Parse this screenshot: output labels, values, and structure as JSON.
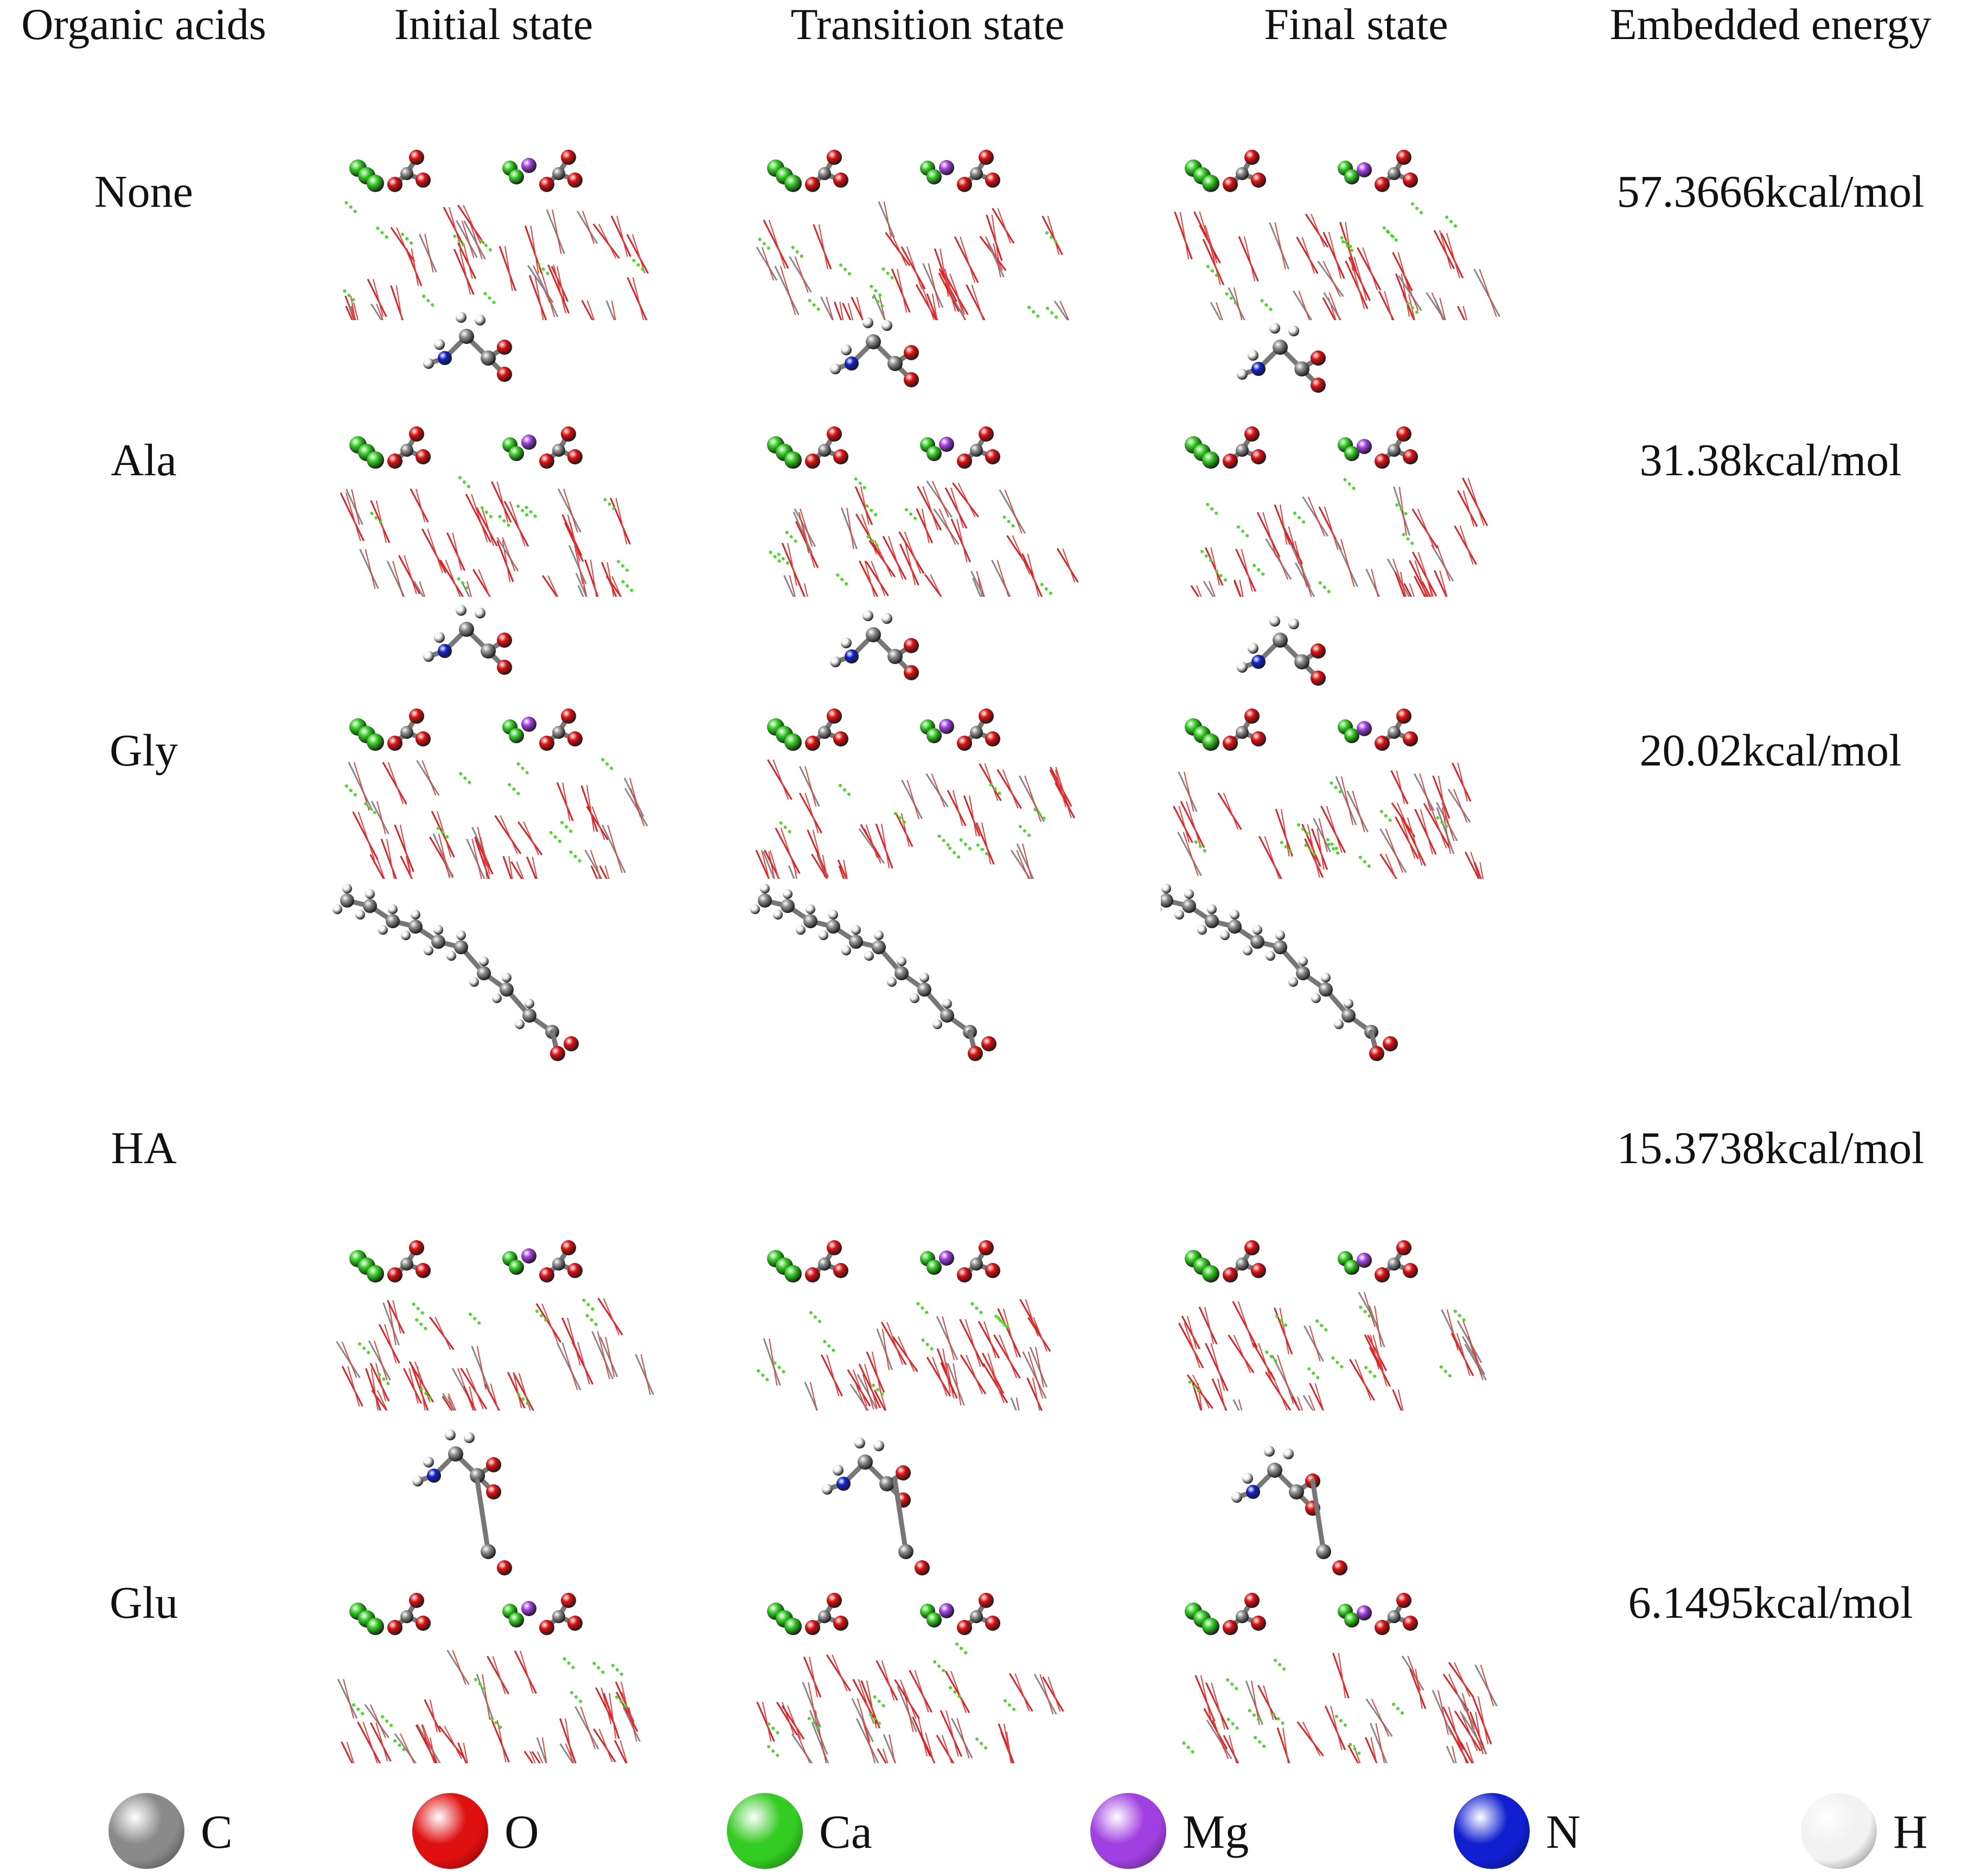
{
  "headers": {
    "col0": "Organic acids",
    "col1": "Initial state",
    "col2": "Transition state",
    "col3": "Final state",
    "col4": "Embedded energy"
  },
  "rows": [
    {
      "label": "None",
      "energy": "57.3666kcal/mol",
      "molecule": "none"
    },
    {
      "label": "Ala",
      "energy": "31.38kcal/mol",
      "molecule": "ala"
    },
    {
      "label": "Gly",
      "energy": "20.02kcal/mol",
      "molecule": "gly"
    },
    {
      "label": "HA",
      "energy": "15.3738kcal/mol",
      "molecule": "ha"
    },
    {
      "label": "Glu",
      "energy": "6.1495kcal/mol",
      "molecule": "glu"
    }
  ],
  "legend": [
    {
      "element": "C",
      "color": "#8a8a8a"
    },
    {
      "element": "O",
      "color": "#e01010"
    },
    {
      "element": "Ca",
      "color": "#33cc22"
    },
    {
      "element": "Mg",
      "color": "#a040e0"
    },
    {
      "element": "N",
      "color": "#1020d0"
    },
    {
      "element": "H",
      "color": "#f2f2f2"
    }
  ]
}
